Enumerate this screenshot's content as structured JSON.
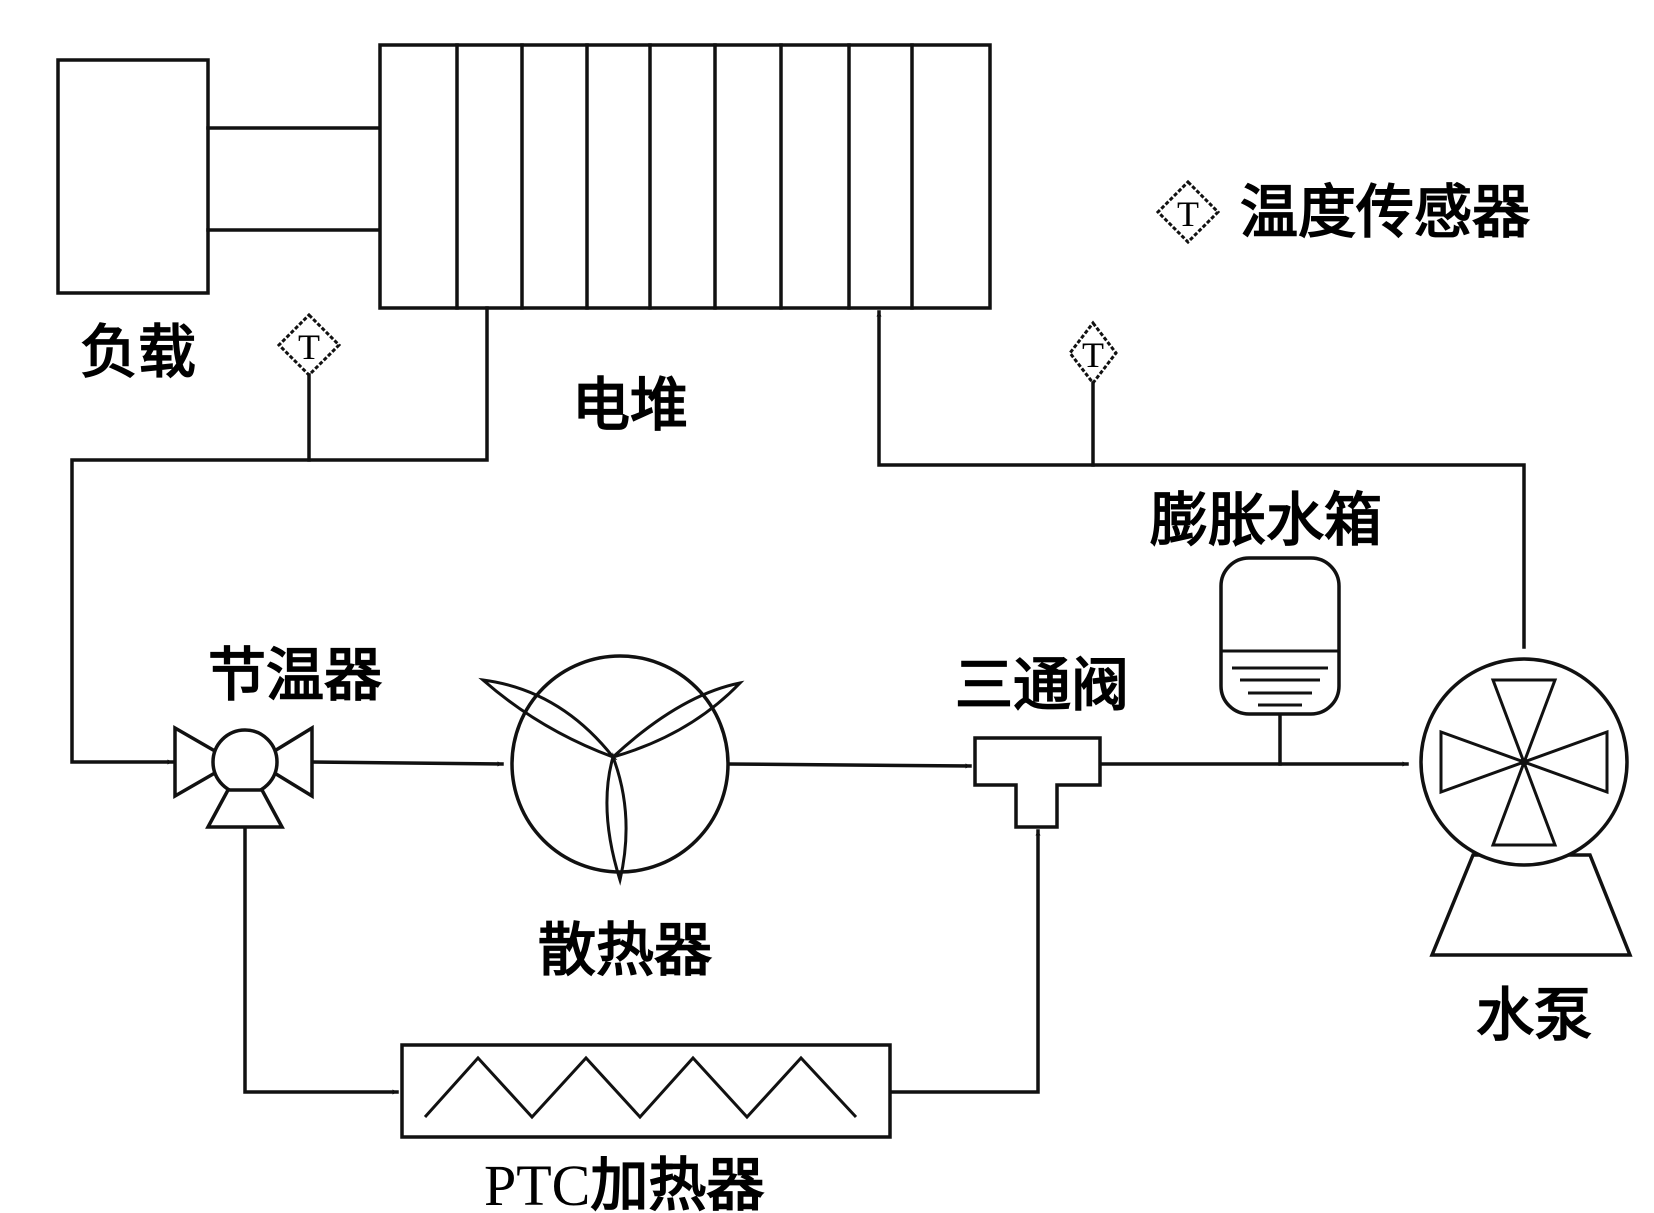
{
  "title": "Fuel cell thermal management cooling loop",
  "colors": {
    "line": "#111111",
    "background": "#ffffff"
  },
  "legend": {
    "icon": "temperature-sensor-icon",
    "symbol_text": "T",
    "label": "温度传感器"
  },
  "components": {
    "load": {
      "label": "负载"
    },
    "stack": {
      "label": "电堆",
      "cell_count": 9
    },
    "thermostat": {
      "label": "节温器"
    },
    "radiator": {
      "label": "散热器"
    },
    "three_way_valve": {
      "label": "三通阀"
    },
    "expansion_tank": {
      "label": "膨胀水箱"
    },
    "water_pump": {
      "label": "水泵"
    },
    "ptc_heater": {
      "label": "PTC加热器",
      "label_latin": "PTC",
      "label_cjk": "加热器"
    }
  },
  "sensors": [
    {
      "id": "stack-outlet-sensor",
      "symbol_text": "T"
    },
    {
      "id": "stack-inlet-sensor",
      "symbol_text": "T"
    }
  ],
  "flows": [
    "stack -> thermostat",
    "thermostat -> radiator",
    "radiator -> three_way_valve",
    "thermostat -> ptc_heater",
    "ptc_heater -> three_way_valve",
    "three_way_valve -> water_pump",
    "expansion_tank -> pump inlet line",
    "water_pump -> stack"
  ]
}
